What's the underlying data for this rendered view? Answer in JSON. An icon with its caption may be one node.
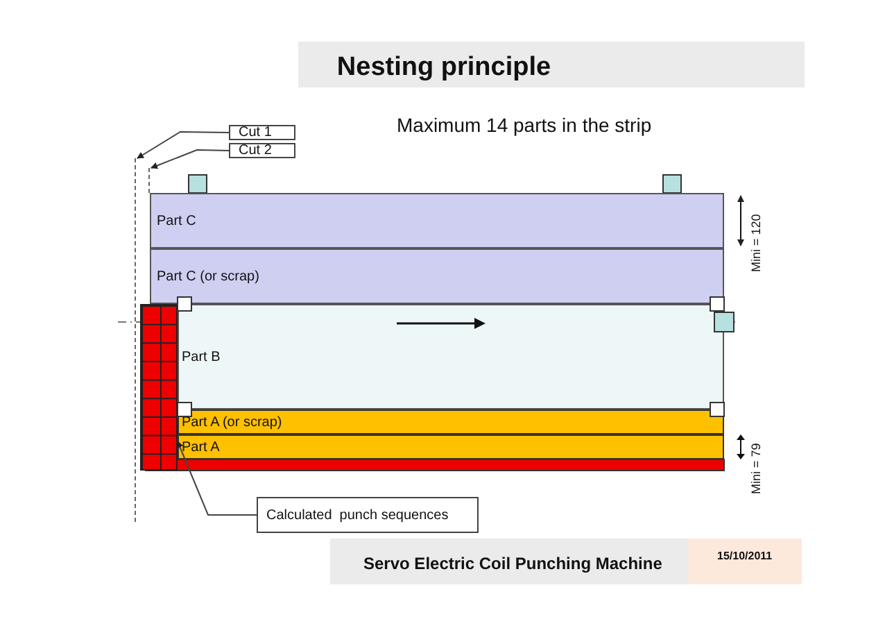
{
  "diagram": {
    "title": "Nesting principle",
    "nodes": [
      {
        "text": [
          "Cut 1"
        ]
      },
      {
        "text": [
          "Cut 2"
        ]
      },
      {
        "text": [],
        "shape": "line"
      },
      {
        "text": [],
        "shape": "line"
      },
      {
        "text": [
          "Part C"
        ]
      },
      {
        "text": [
          "Part C (or scrap)"
        ]
      },
      {
        "text": [
          "Part B"
        ]
      },
      {
        "text": [
          "Part A (or scrap)"
        ]
      },
      {
        "text": [
          "Part A"
        ]
      },
      {
        "text": [
          "Calculated  punch sequences"
        ]
      },
      {
        "text": [],
        "shape": "box"
      }
    ],
    "edges": [
      {
        "from": 0,
        "to": 2,
        "arrow": "to"
      },
      {
        "from": 1,
        "to": 3,
        "arrow": "to"
      },
      {
        "from": 9,
        "to": 10,
        "arrow": "to"
      }
    ],
    "labels": [
      "Maximum 14 parts in the strip",
      "Mini = 120",
      "Mini = 79",
      "Servo Electric Coil Punching Machine",
      "15/10/2011"
    ]
  }
}
